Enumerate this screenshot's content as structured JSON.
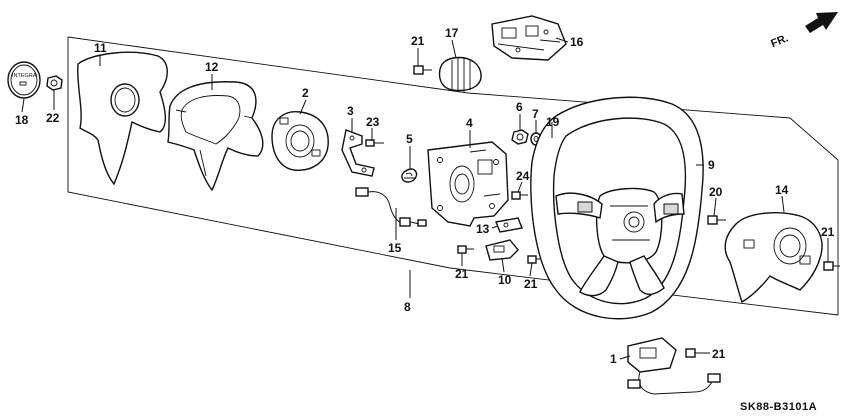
{
  "diagram": {
    "code": "SK88-B3101A",
    "direction": "FR.",
    "emblem_text": "INTEGRA",
    "callouts": [
      {
        "id": "c1",
        "text": "1"
      },
      {
        "id": "c2",
        "text": "2"
      },
      {
        "id": "c3",
        "text": "3"
      },
      {
        "id": "c4",
        "text": "4"
      },
      {
        "id": "c5",
        "text": "5"
      },
      {
        "id": "c6",
        "text": "6"
      },
      {
        "id": "c7",
        "text": "7"
      },
      {
        "id": "c8",
        "text": "8"
      },
      {
        "id": "c9",
        "text": "9"
      },
      {
        "id": "c10",
        "text": "10"
      },
      {
        "id": "c11",
        "text": "11"
      },
      {
        "id": "c12",
        "text": "12"
      },
      {
        "id": "c13",
        "text": "13"
      },
      {
        "id": "c14",
        "text": "14"
      },
      {
        "id": "c15",
        "text": "15"
      },
      {
        "id": "c16",
        "text": "16"
      },
      {
        "id": "c17",
        "text": "17"
      },
      {
        "id": "c18",
        "text": "18"
      },
      {
        "id": "c19",
        "text": "19"
      },
      {
        "id": "c20",
        "text": "20"
      },
      {
        "id": "c21a",
        "text": "21"
      },
      {
        "id": "c21b",
        "text": "21"
      },
      {
        "id": "c21c",
        "text": "21"
      },
      {
        "id": "c21d",
        "text": "21"
      },
      {
        "id": "c21e",
        "text": "21"
      },
      {
        "id": "c22",
        "text": "22"
      },
      {
        "id": "c23",
        "text": "23"
      },
      {
        "id": "c24",
        "text": "24"
      }
    ]
  }
}
